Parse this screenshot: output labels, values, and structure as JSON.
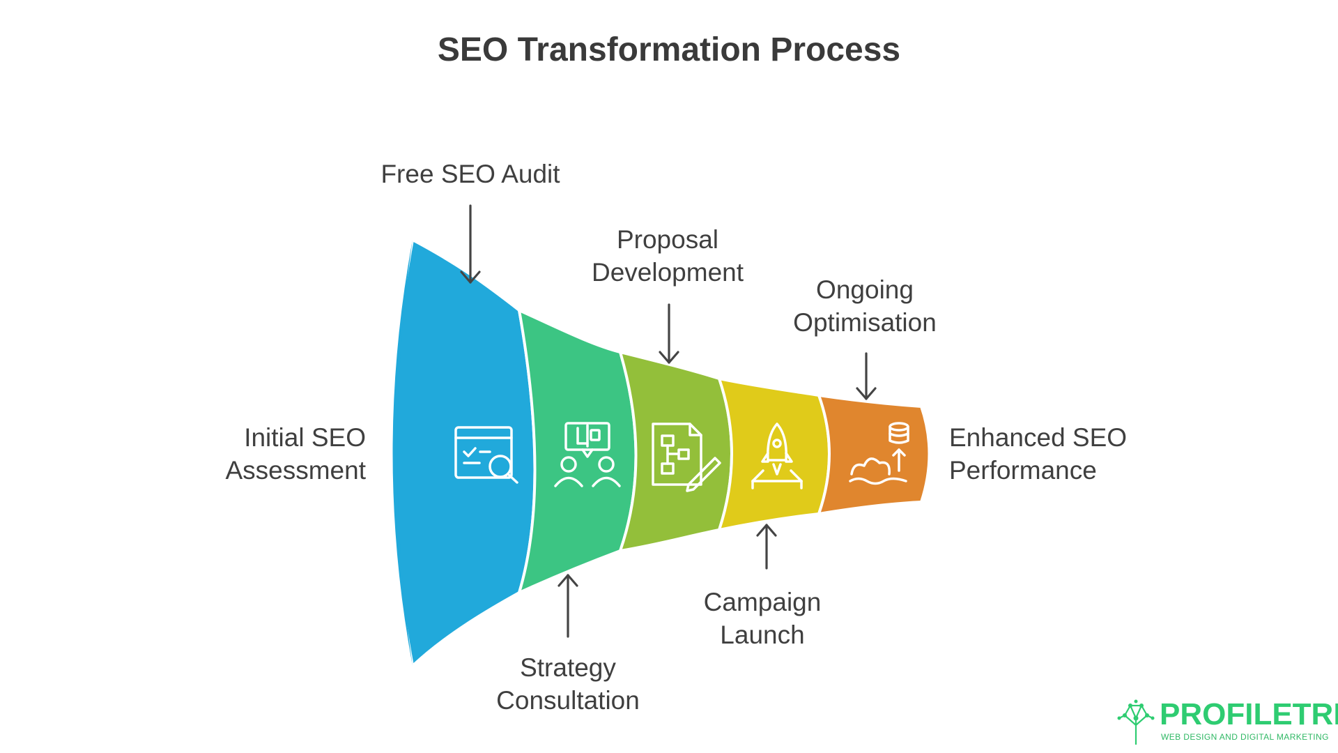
{
  "title": "SEO Transformation Process",
  "start_label": [
    "Initial SEO",
    "Assessment"
  ],
  "end_label": [
    "Enhanced SEO",
    "Performance"
  ],
  "stages": [
    {
      "label": [
        "Free SEO Audit"
      ],
      "color": "#21a9db",
      "icon": "search-audit-icon"
    },
    {
      "label": [
        "Strategy",
        "Consultation"
      ],
      "color": "#3cc583",
      "icon": "consultation-icon"
    },
    {
      "label": [
        "Proposal",
        "Development"
      ],
      "color": "#93bf3a",
      "icon": "proposal-document-icon"
    },
    {
      "label": [
        "Campaign",
        "Launch"
      ],
      "color": "#e0cb1a",
      "icon": "rocket-launch-icon"
    },
    {
      "label": [
        "Ongoing",
        "Optimisation"
      ],
      "color": "#e0862e",
      "icon": "optimisation-gear-icon"
    }
  ],
  "logo": {
    "name": "PROFILETREE",
    "tagline": "WEB DESIGN AND DIGITAL MARKETING",
    "color": "#2ecc71",
    "icon": "tree-network-icon"
  }
}
